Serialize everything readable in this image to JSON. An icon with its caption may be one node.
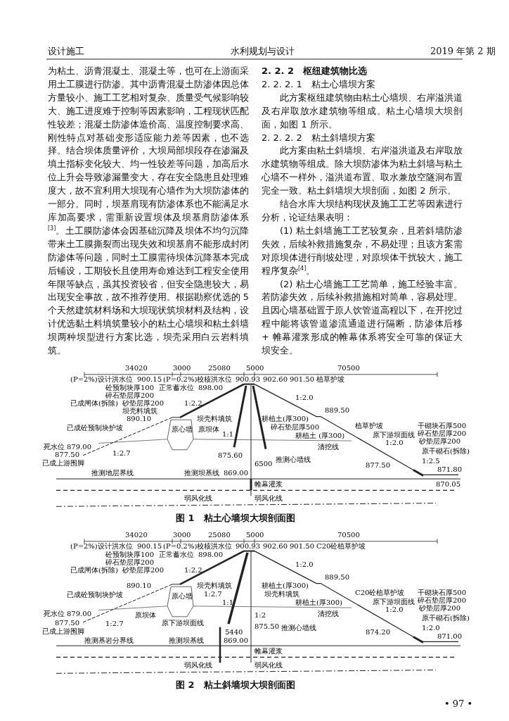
{
  "diagram": {
    "labels": [
      "设计施工",
      "水利规划与设计",
      "2019 年第 2 期",
      "为粘土、沥青混凝土、混凝土等，也可在上游面采用土工膜进行防渗。其中沥青混凝土防渗体因总体方量较小、施工工艺相对复杂、质量受气候影响较大、施工进度难于控制等因素影响，工程现状匹配性较差；混凝土防渗体造价高、温度控制要求高、刚性特点对基础变形适应能力差等因素，也不选择。结合坝体质量评价，大坝局部坝段存在渗漏及填土指标变化较大、均一性较差等问题，加高后水位上升会导致渗漏量变大，存在安全隐患且处理难度大，故不宜利用大坝现有心墙作为大坝防渗体的一部分。同时，坝基肩现有防渗体系也不能满足水库加高要求，需重新设置坝体及坝基肩防渗体系$^{[3]}$。土工膜防渗体会因基础沉降及坝体不均匀沉降带来土工膜撕裂而出现失效和坝基肩不能形成封闭防渗体等问题，同时土工膜需待坝体沉降基本完成后铺设，工期较长且使用寿命难达到工程安全使用年限等缺点，虽其投资较省，但安全隐患较大，易出现安全事故，故不推荐使用。根据勘察优选的 5 个天然建筑材料场和大坝现状筑坝材料及结构，设计优选黏土料填筑量较小的粘土心墙坝和粘土斜墙坝两种坝型进行方案比选，坝壳采用白云岩料填筑。",
      "2. 2. 2　枢纽建筑物比选",
      "2. 2. 2. 1　粘土心墙坝方案",
      "此方案枢纽建筑物由粘土心墙坝、右岸溢洪道及右岸取放水建筑物等组成。粘土心墙坝大坝剖面，如图 1 所示。",
      "2. 2. 2. 2　粘土斜墙坝方案",
      "此方案由粘土斜墙坝、右岸溢洪道及右岸取放水建筑物等组成。除大坝防渗体为粘土斜墙与粘土心墙不一样外，溢洪道布置、取水兼放空隧洞布置完全一致。粘土斜墙坝大坝剖面，如图 2 所示。",
      "结合水库大坝结构现状及施工工艺等因素进行分析，论证结果表明：",
      "(1) 粘土斜墙施工工艺较复杂，且若斜墙防渗失效，后续补救措施复杂，不易处理；且该方案需对原坝体进行削坡处理，对原坝体干扰较大，施工程序复杂$^{[4]}$。",
      "(2) 粘土心墙施工工艺简单，施工经验丰富。若防渗失效，后续补救措施相对简单，容易处理。且因心墙基础置于原人饮管道高程以下，在开挖过程中能将该管道渗流通道进行隔断，防渗体后移 + 帷幕灌浆形成的帷幕体系将安全可靠的保证大坝安全。",
      "34020",
      "3000",
      "25080",
      "5000",
      "70500",
      "(P=2%)设计洪水位",
      "900.15",
      "(P=0.2%)校核洪水位",
      "900.93",
      "902.60",
      "901.50",
      "植草护坡",
      "砼预制块厚100",
      "正常蓄水位",
      "898.00",
      "碎石垫层厚200",
      "1:2.0",
      "已成闸体(拆除)",
      "砂垫层厚200",
      "1:2.2",
      "坝壳料填筑",
      "889.50",
      "890.10",
      "坝壳料填筑",
      "耕植土(厚300)",
      "已成砼预制块护坡",
      "原心墙",
      "原坝体",
      "碎石垫层厚500",
      "植草护坡",
      "干砌块石厚500",
      "1:1",
      "耕植土 (厚300)",
      "原下游坝面线",
      "碎石垫层厚200",
      "1:2.0",
      "砂垫层厚200",
      "死水位",
      "879.00",
      "清挖线",
      "877.50",
      "1:2.7",
      "875.60",
      "原干砌石(拆除)",
      "已成上游围脚",
      "6500",
      "推测心墙线",
      "877.50",
      "1:2.5",
      "推测地层界线",
      "推测坝基线",
      "869.00",
      "871.80",
      "帷幕灌浆",
      "870.05",
      "弱风化线",
      "弱风化线",
      "图 1　粘土心墙坝大坝剖面图",
      "34020",
      "3000",
      "25080",
      "5000",
      "70500",
      "(P=2%)设计洪水位",
      "900.15",
      "(P=0.2%)校核洪水位",
      "900.93",
      "902.60",
      "901.50",
      "C20砼植草护坡",
      "砼预制块厚100",
      "正常蓄水位",
      "898.00",
      "碎石垫层厚200",
      "1:2.0",
      "已成闸体(拆除)",
      "砂垫层厚200",
      "1:2.2",
      "889.50",
      "890.10",
      "坝壳料填筑",
      "耕植土(厚300)",
      "已成砼预制块护坡",
      "原心墙",
      "1:2.7",
      "坝壳料填筑",
      "C20砼植草护坡",
      "干砌块石厚500",
      "1:1",
      "耕植土(厚300)",
      "原下游坝面线",
      "碎石垫层厚200",
      "1:2.0",
      "砂垫层厚200",
      "死水位",
      "879.00",
      "原坝体",
      "1:2",
      "清挖线",
      "877.50",
      "1:2.7",
      "原下游坝面线",
      "原干砌石(拆除)",
      "已成上游围脚",
      "5440",
      "875.50",
      "推测心墙线",
      "874.20",
      "1:2.0",
      "推测基岩分界线",
      "推测坝基线",
      "869.00",
      "871.00",
      "帷幕灌浆",
      "弱风化线",
      "弱风化线",
      "图 2　粘土斜墙坝大坝剖面图",
      "• 97 •"
    ]
  }
}
